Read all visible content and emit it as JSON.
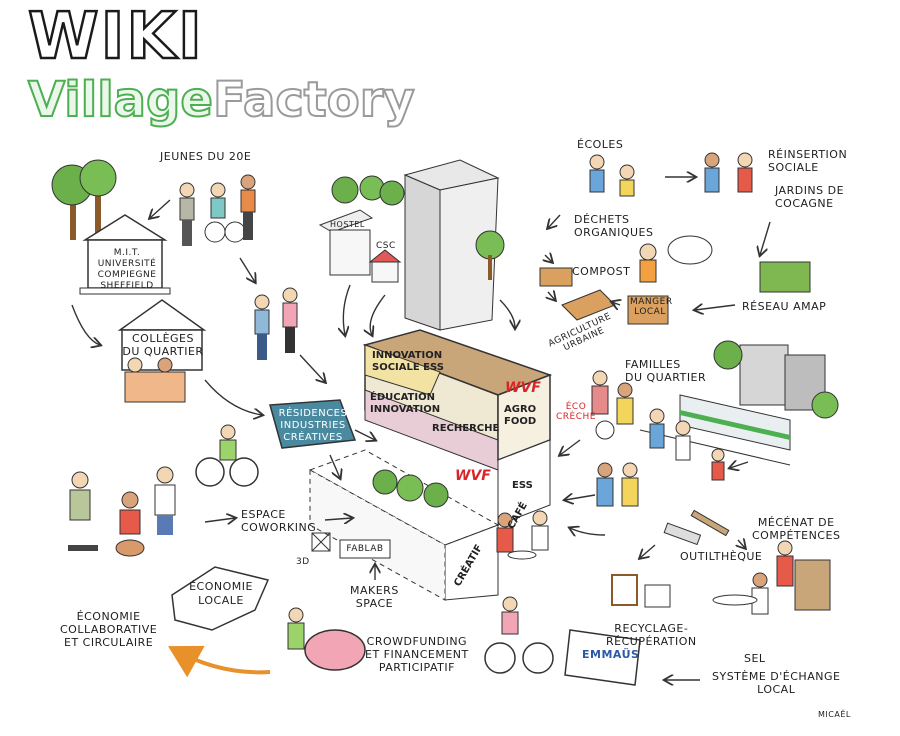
{
  "title": {
    "line1": "WIKI",
    "line2_part1": "Village",
    "line2_part2": "Factory"
  },
  "colors": {
    "green": "#4caf50",
    "orange": "#e8902a",
    "red": "#d7262a",
    "building_teal": "#4a8aa0"
  },
  "labels": {
    "jeunes": "JEUNES DU 20e",
    "mit": "M.I.T.\nUNIVERSITÉ COMPIEGNE\nSHEFFIELD",
    "colleges": "COLLÈGES\nDU QUARTIER",
    "residences": "RÉSIDENCES\nINDUSTRIES\nCRÉATIVES",
    "ecoles": "ÉCOLES",
    "reinsertion": "RÉINSERTION\nSOCIALE",
    "jardins": "JARDINS DE\nCOCAGNE",
    "dechets": "DÉCHETS\nORGANIQUES",
    "compost": "COMPOST",
    "manger_local": "MANGER\nLOCAL",
    "reseau_amap": "RÉSEAU AMAP",
    "agriculture": "AGRICULTURE\nURBAINE",
    "familles": "FAMILLES\nDU QUARTIER",
    "eco_creche": "ÉCO\nCRÈCHE",
    "espace_coworking": "ESPACE\nCOWORKING",
    "fablab": "FABLAB",
    "three_d": "3D",
    "makers": "MAKERS\nSPACE",
    "economie_locale": "ÉCONOMIE\nLOCALE",
    "economie_collab": "ÉCONOMIE\nCOLLABORATIVE\nET CIRCULAIRE",
    "crowdfunding": "CROWDFUNDING\nET FINANCEMENT\nPARTICIPATIF",
    "mecenat": "MÉCÉNAT DE\nCOMPÉTENCES",
    "outiltheque": "OUTILTHÈQUE",
    "recyclage": "RECYCLAGE-\nRÉCUPÉRATION",
    "sel": "SEL",
    "sel_full": "SYSTÈME D'ÉCHANGE\nLOCAL",
    "emmaus": "EMMAÜS",
    "hostel": "HOSTEL",
    "csc": "CSC",
    "signature": "MICAËL"
  },
  "building": {
    "innovation_ess": "INNOVATION\nSOCIALE ESS",
    "education": "ÉDUCATION\nINNOVATION",
    "recherche": "RECHERCHE",
    "agro_food": "AGRO\nFOOD",
    "ess": "ESS",
    "creatif": "CRÉATIF",
    "cafe": "CAFÉ",
    "wvf_logo": "WVF"
  }
}
